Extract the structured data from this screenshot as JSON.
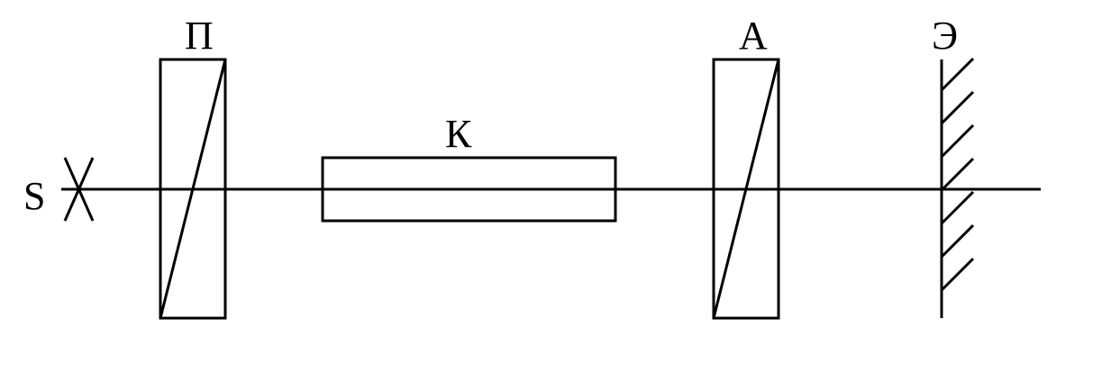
{
  "labels": {
    "source": "S",
    "polarizer": "П",
    "cell": "К",
    "analyzer": "А",
    "screen": "Э"
  },
  "colors": {
    "stroke": "#000000",
    "background": "#ffffff"
  }
}
